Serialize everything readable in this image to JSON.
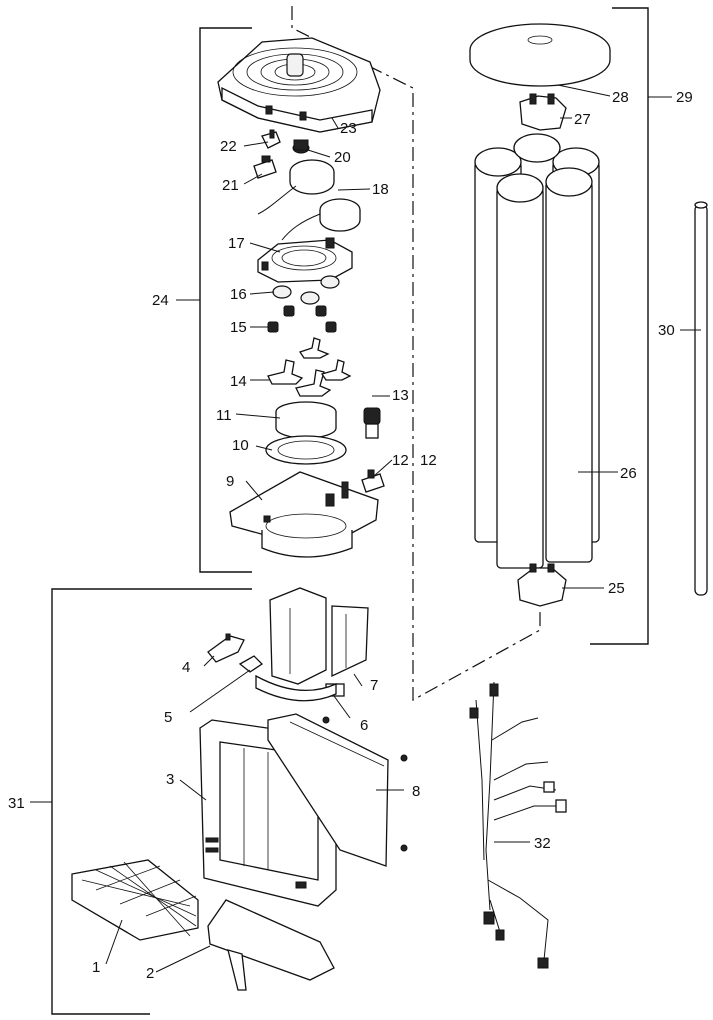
{
  "callouts": {
    "c1": "1",
    "c2": "2",
    "c3": "3",
    "c4": "4",
    "c5": "5",
    "c6": "6",
    "c7": "7",
    "c8": "8",
    "c9": "9",
    "c10": "10",
    "c11": "11",
    "c12a": "12",
    "c12b": "12",
    "c13": "13",
    "c14": "14",
    "c15": "15",
    "c16": "16",
    "c17": "17",
    "c18": "18",
    "c20": "20",
    "c21": "21",
    "c22": "22",
    "c23": "23",
    "c24": "24",
    "c25": "25",
    "c26": "26",
    "c27": "27",
    "c28": "28",
    "c29": "29",
    "c30": "30",
    "c31": "31",
    "c32": "32"
  }
}
